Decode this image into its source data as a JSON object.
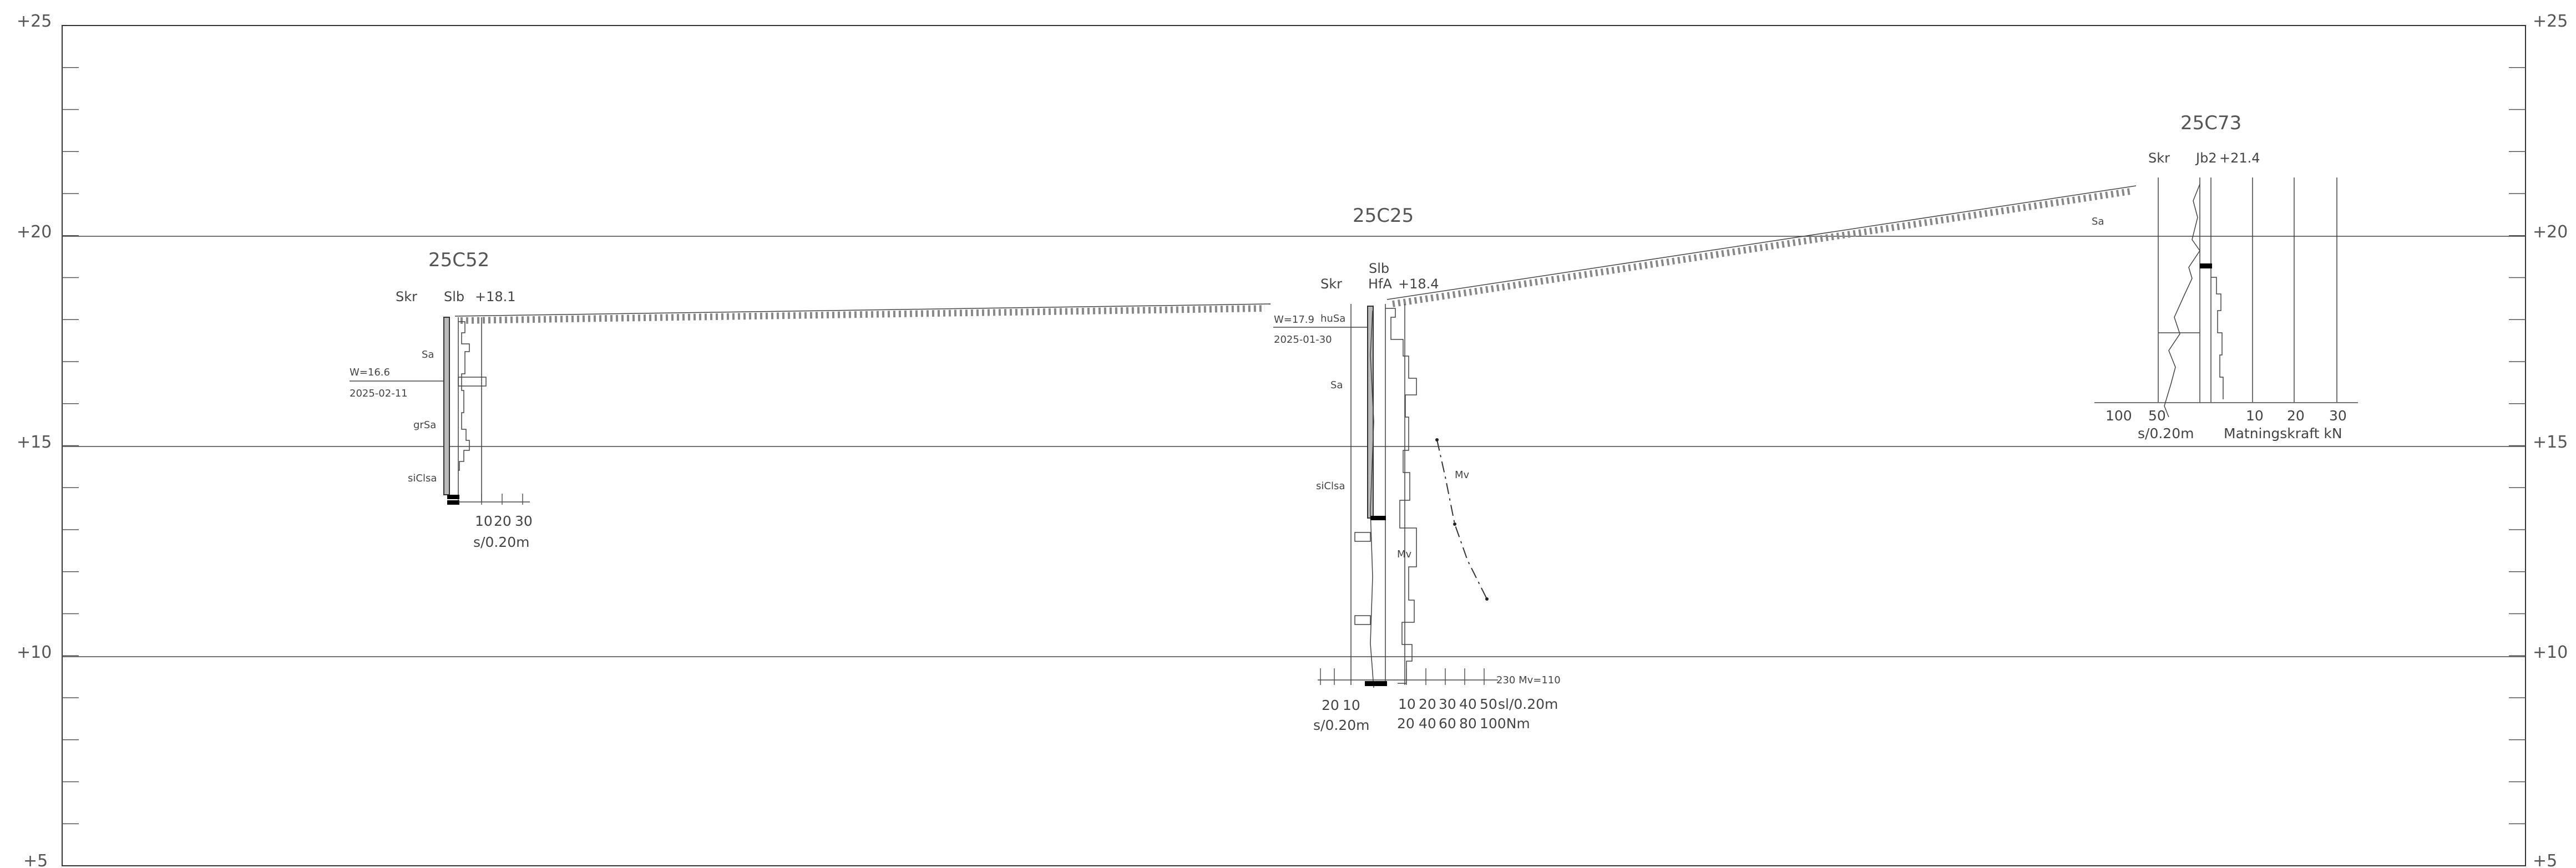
{
  "elevation_axis": {
    "labels": [
      "+25",
      "+20",
      "+15",
      "+10",
      "+5"
    ]
  },
  "boreholes": [
    {
      "id": "25C52",
      "col_skr": "Skr",
      "col_method": "Slb",
      "ground_level": "+18.1",
      "soils": [
        "Sa",
        "grSa",
        "siClsa"
      ],
      "water_level": "W=16.6",
      "water_date": "2025-02-11",
      "axis_ticks": [
        "10",
        "20",
        "30"
      ],
      "axis_unit": "s/0.20m"
    },
    {
      "id": "25C25",
      "col_skr": "Skr",
      "col_method": "Slb",
      "col_method2": "HfA",
      "ground_level": "+18.4",
      "soils": [
        "huSa",
        "Sa",
        "siClsa"
      ],
      "water_level": "W=17.9",
      "water_date": "2025-01-30",
      "left_ticks": [
        "20",
        "10"
      ],
      "left_unit": "s/0.20m",
      "right_ticks": [
        "10",
        "20",
        "30",
        "40",
        "50"
      ],
      "right_unit": "sl/0.20m",
      "torque_ticks": [
        "20",
        "40",
        "60",
        "80",
        "100Nm"
      ],
      "bottom_note": "230 Mv=110",
      "mv_label": "Mv"
    },
    {
      "id": "25C73",
      "col_skr": "Skr",
      "col_method": "Jb2",
      "ground_level": "+21.4",
      "soils": [
        "Sa"
      ],
      "left_ticks": [
        "100",
        "50"
      ],
      "left_unit": "s/0.20m",
      "right_ticks": [
        "10",
        "20",
        "30"
      ],
      "right_unit": "Matningskraft kN"
    }
  ]
}
